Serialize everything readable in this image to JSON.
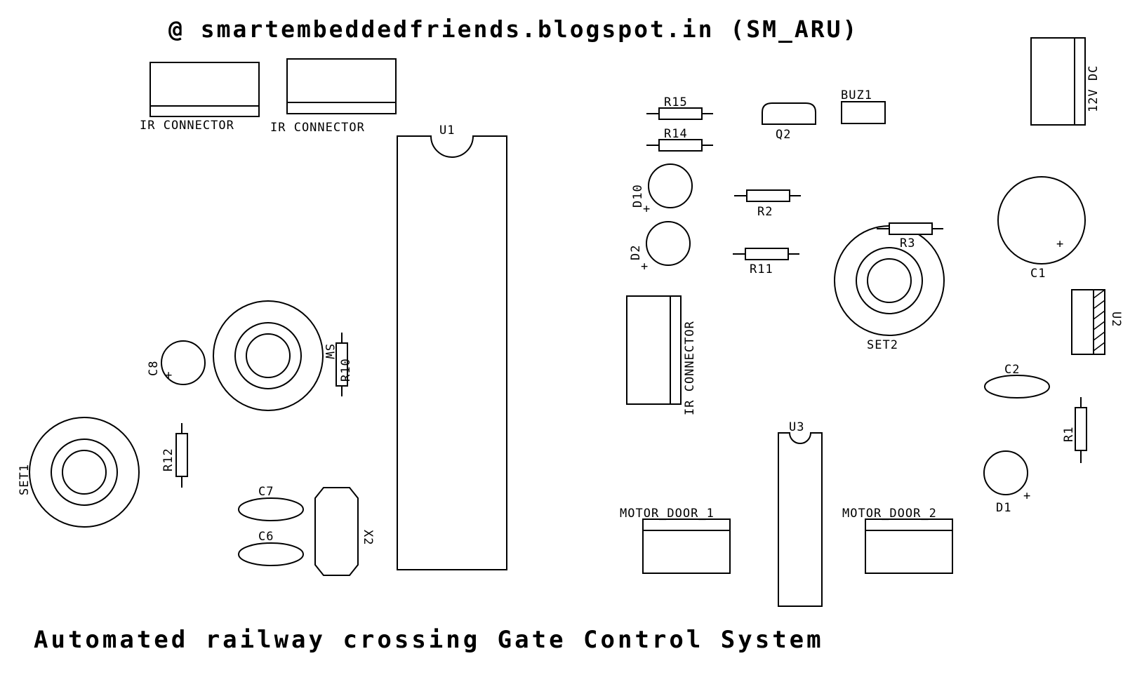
{
  "header": {
    "text": "@ smartembeddedfriends.blogspot.in (SM_ARU)"
  },
  "footer": {
    "text": "Automated railway crossing Gate Control System"
  },
  "labels": {
    "ir_connector_1": "IR CONNECTOR",
    "ir_connector_2": "IR CONNECTOR",
    "ir_connector_3": "IR CONNECTOR",
    "u1": "U1",
    "u2": "U2",
    "u3": "U3",
    "r15": "R15",
    "r14": "R14",
    "r2": "R2",
    "r11": "R11",
    "r3": "R3",
    "r1": "R1",
    "r10": "R10",
    "r12": "R12",
    "q2": "Q2",
    "buz1": "BUZ1",
    "power": "12V DC",
    "d10": "D10",
    "d2": "D2",
    "d1": "D1",
    "c1": "C1",
    "c2": "C2",
    "c6": "C6",
    "c7": "C7",
    "c8": "C8",
    "set1": "SET1",
    "set2": "SET2",
    "sw": "SW",
    "x2": "X2",
    "motor_door_1": "MOTOR_DOOR_1",
    "motor_door_2": "MOTOR_DOOR_2"
  },
  "polarity_mark": "+"
}
